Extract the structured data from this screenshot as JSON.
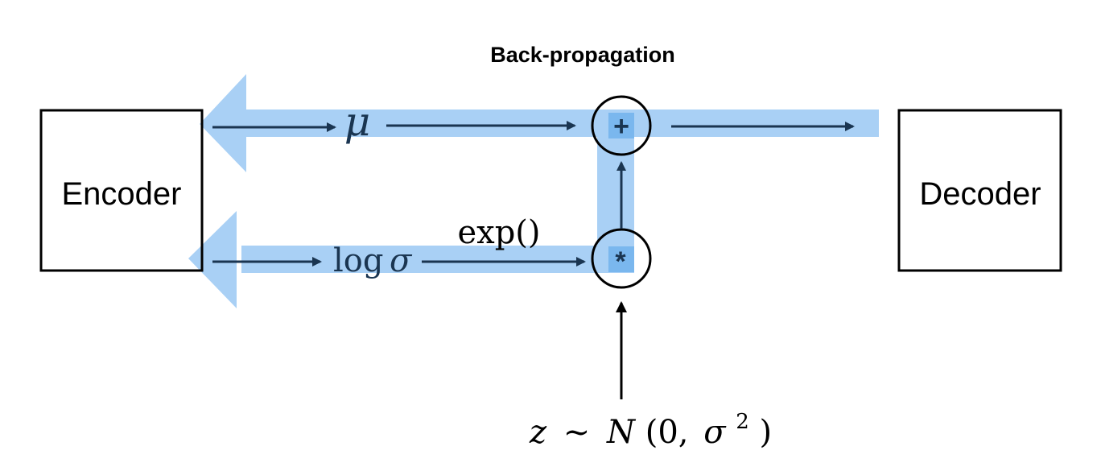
{
  "title": "Back-propagation",
  "encoder_label": "Encoder",
  "decoder_label": "Decoder",
  "mu_label": "μ",
  "log_label": "log",
  "sigma_label": "σ",
  "exp_label": "exp()",
  "plus_symbol": "+",
  "mult_symbol": "*",
  "noise": {
    "z": "z",
    "tilde": "~",
    "n": "N",
    "open": "(0,",
    "sigma": "σ",
    "exponent": "2",
    "close": ")"
  },
  "colors": {
    "backprop_band": "#a9d0f5",
    "arrow": "#1a3551",
    "box_stroke": "#000000",
    "op_fill": "#7ab7ee"
  }
}
